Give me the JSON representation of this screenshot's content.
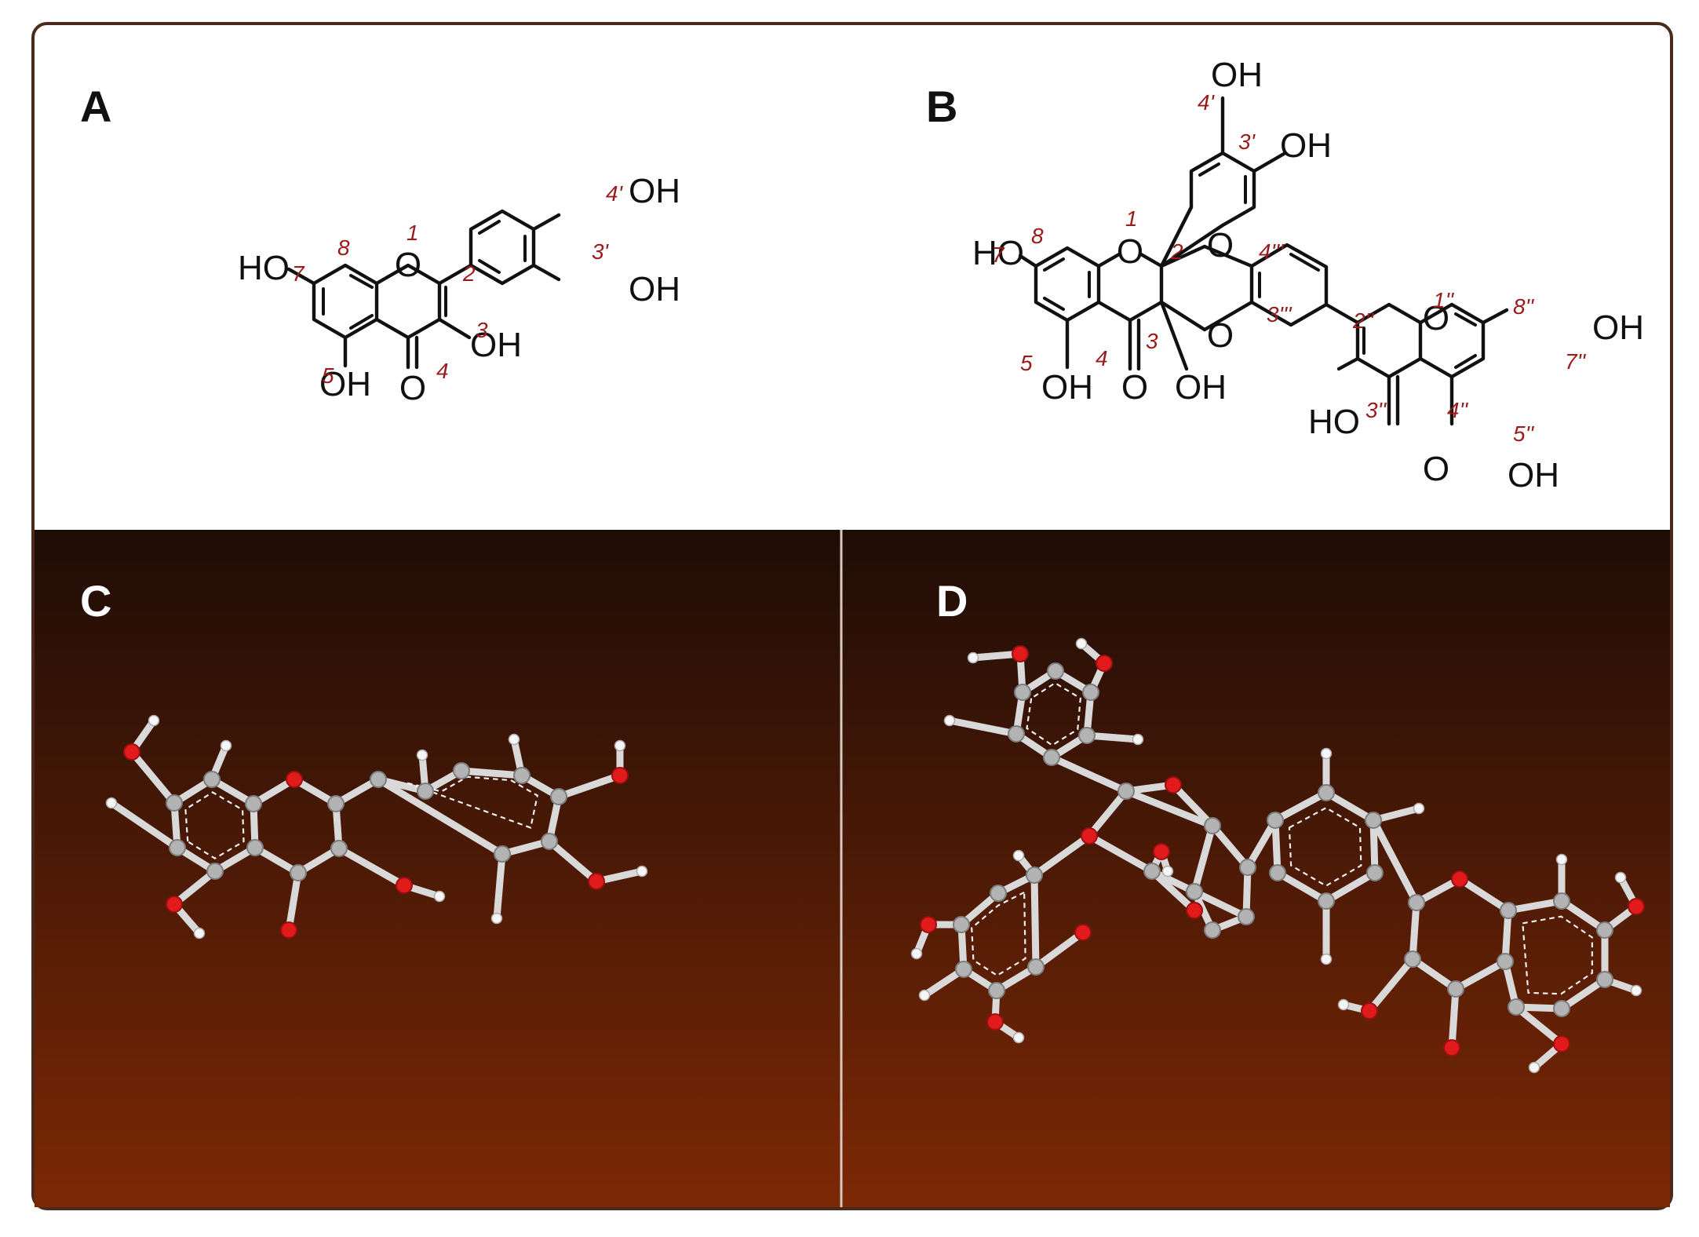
{
  "panels": {
    "a": {
      "label": "A"
    },
    "b": {
      "label": "B"
    },
    "c": {
      "label": "C"
    },
    "d": {
      "label": "D"
    }
  },
  "struct_a": {
    "ho7": "HO",
    "oh5": "OH",
    "o4": "O",
    "oh3": "OH",
    "oh3p": "OH",
    "oh4p": "OH",
    "o1": "O",
    "n1": "1",
    "n2": "2",
    "n3": "3",
    "n4": "4",
    "n5": "5",
    "n7": "7",
    "n8": "8",
    "n3p": "3'",
    "n4p": "4'"
  },
  "struct_b": {
    "ho7": "HO",
    "oh5": "OH",
    "o4": "O",
    "oh3": "OH",
    "o1": "O",
    "od2": "O",
    "od3": "O",
    "oh4p": "OH",
    "oh3p": "OH",
    "o1pp": "O",
    "oh3pp": "HO",
    "o4pp": "O",
    "oh5pp": "OH",
    "oh7pp": "OH",
    "n1": "1",
    "n2": "2",
    "n3": "3",
    "n4": "4",
    "n5": "5",
    "n7": "7",
    "n8": "8",
    "n3p": "3'",
    "n4p": "4'",
    "n3ppp": "3'''",
    "n4ppp": "4'''",
    "n1pp": "1''",
    "n2pp": "2''",
    "n3pp": "3''",
    "n4pp": "4''",
    "n5pp": "5''",
    "n7pp": "7''",
    "n8pp": "8''"
  },
  "colors": {
    "carbon": "#b3b3b3",
    "oxygen": "#e11b1b",
    "hydrogen": "#f6f6f6",
    "locant": "#9b1b1b",
    "background_top": "#1e0c06",
    "background_bottom": "#7c2805"
  }
}
